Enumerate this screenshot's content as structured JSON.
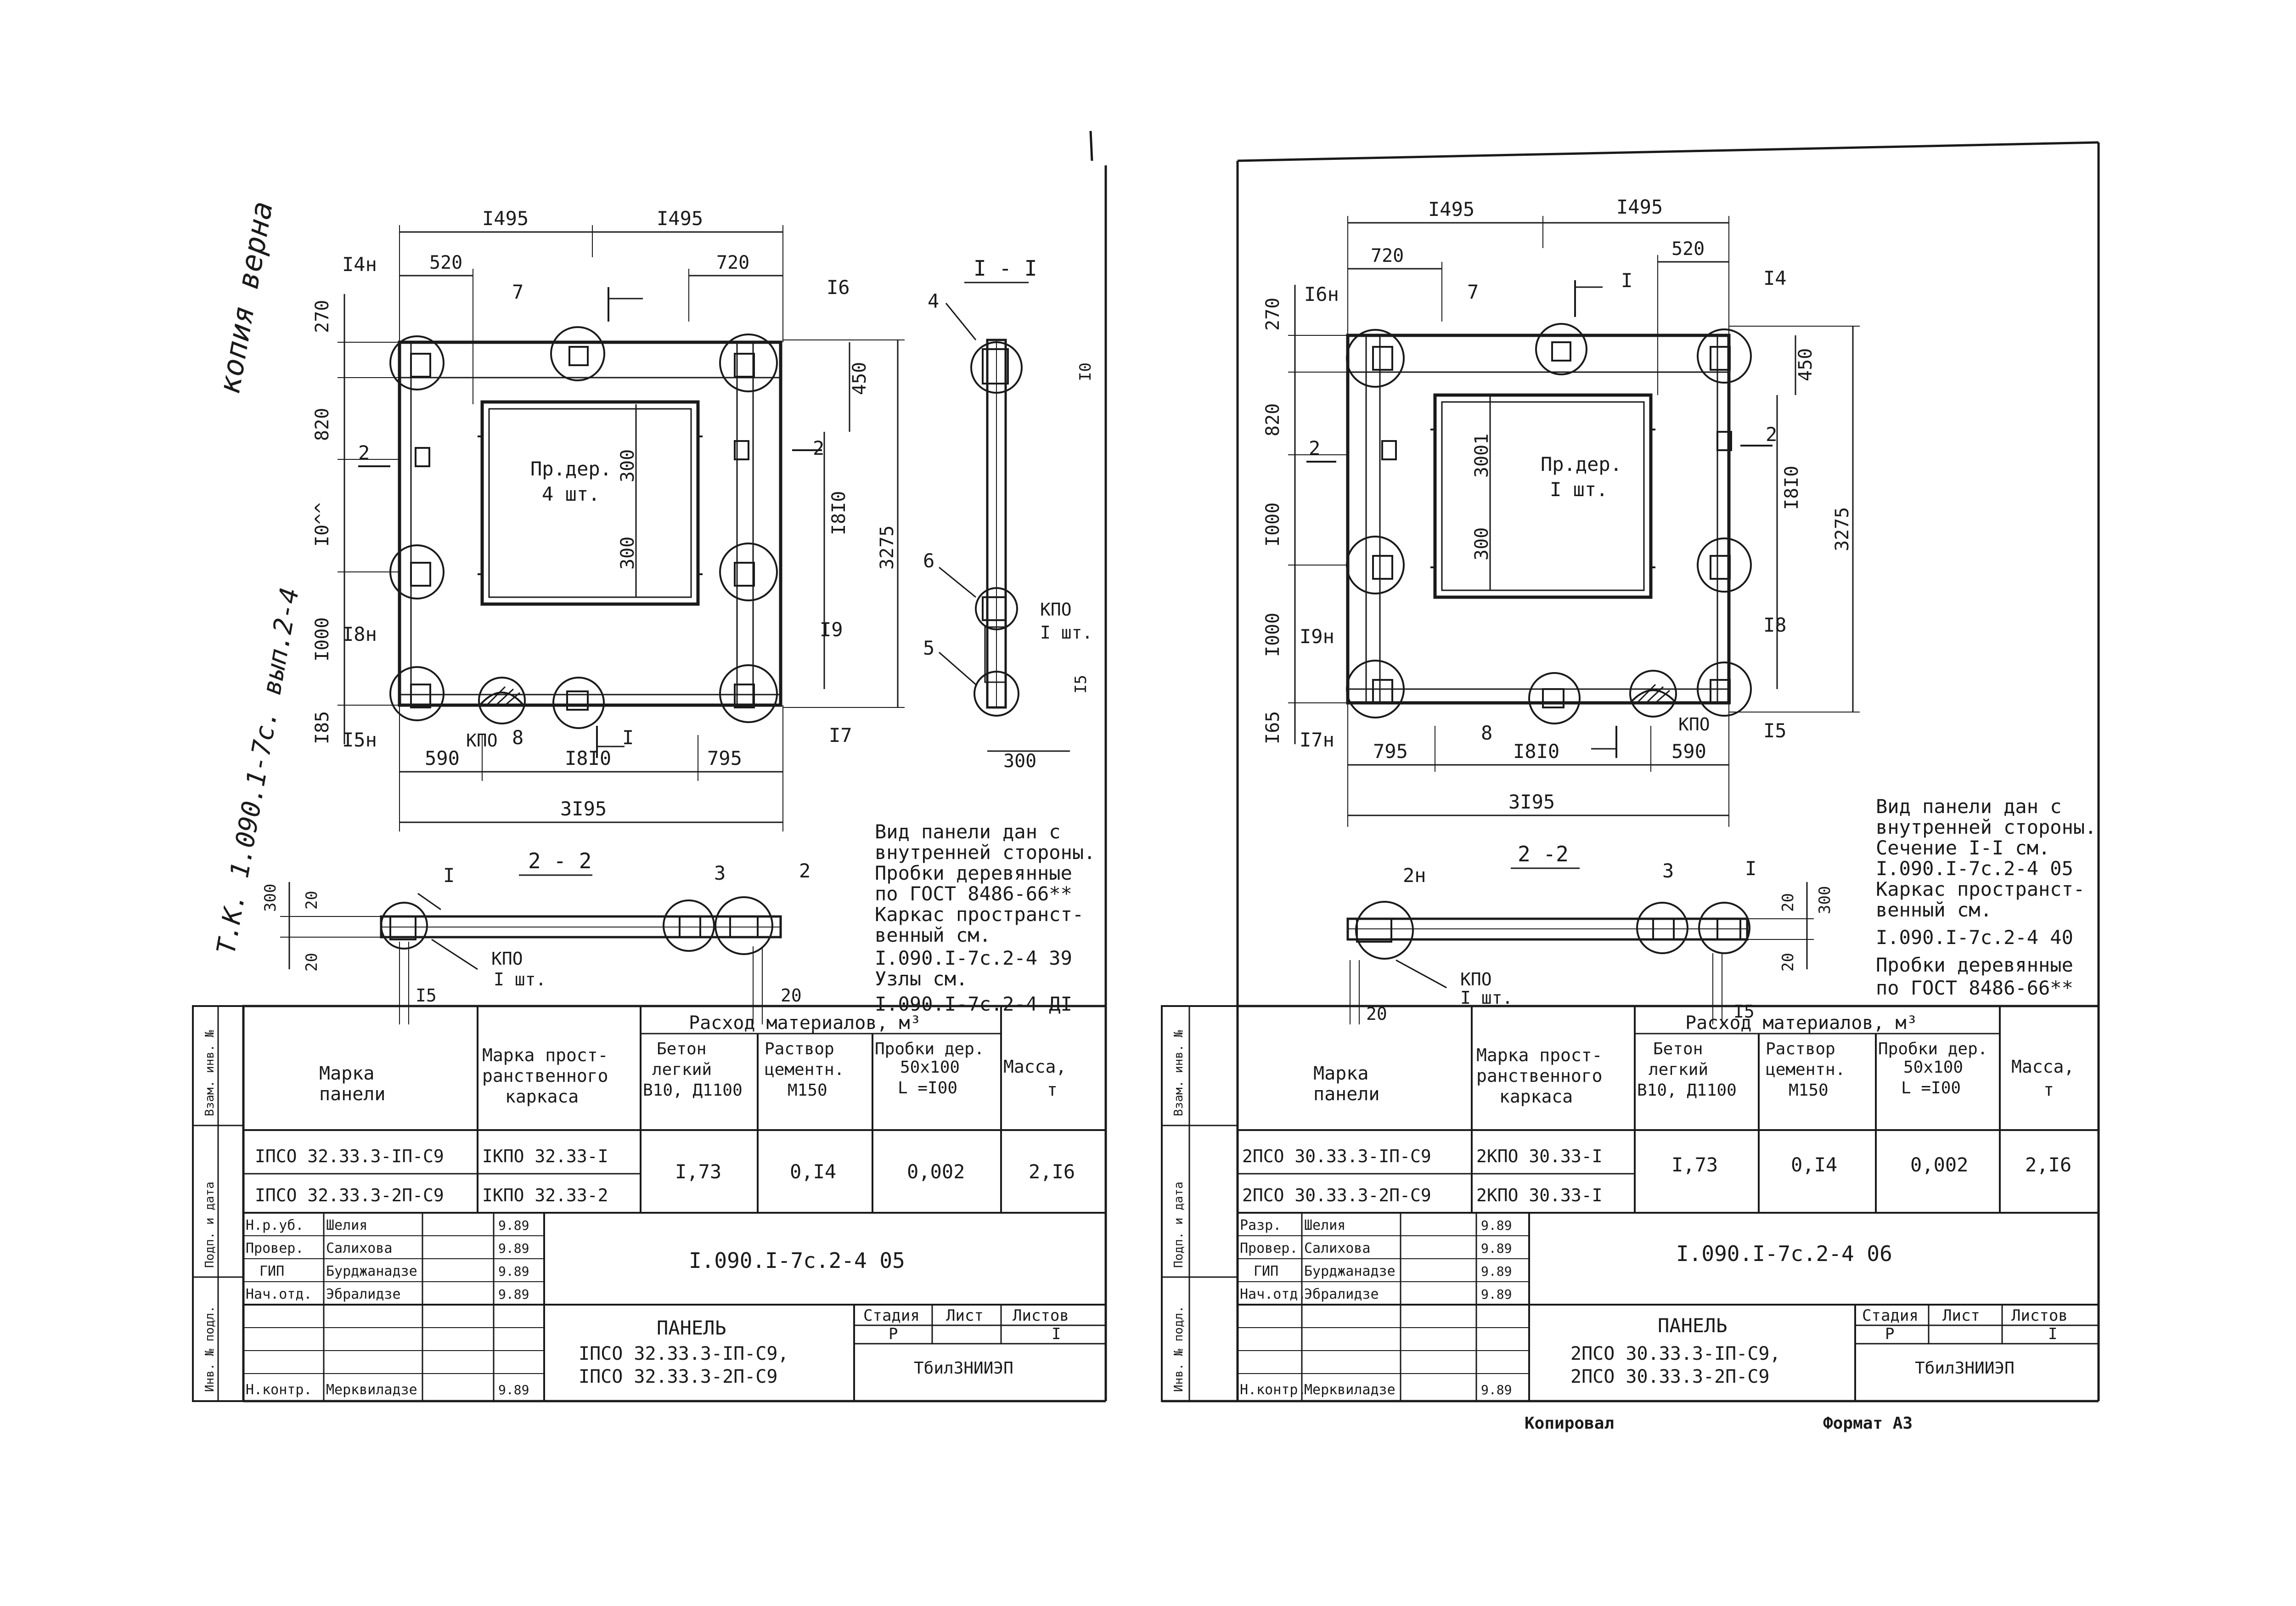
{
  "margin_note_top": "копия верна",
  "margin_note_bottom": "Т.К. 1.090.1-7с. вып.2-4",
  "bottom_notes": {
    "copied": "Копировал",
    "format": "Формат А3"
  },
  "sheets": [
    {
      "dims": {
        "top_a": "I495",
        "top_b": "I495",
        "d520": "520",
        "d720": "720",
        "d270": "270",
        "d450": "450",
        "d820": "820",
        "d1000a": "I0^^",
        "d1000b": "I000",
        "d185": "I85",
        "d300a": "300",
        "d300b": "300",
        "d1810v": "I8I0",
        "d3275": "3275",
        "d590": "590",
        "d1810h": "I8I0",
        "d795": "795",
        "d3195": "3I95",
        "s300": "300",
        "s10": "I0",
        "s15": "I5"
      },
      "labels": {
        "n14": "I4н",
        "n7": "7",
        "n16": "I6",
        "n18": "I8н",
        "n19": "I9",
        "n15": "I5н",
        "n17": "I7",
        "kpo": "КПО",
        "n8": "8",
        "n2a": "2",
        "n2b": "2",
        "secI": "I",
        "window": "Пр.дер.",
        "window_count": "4 шт.",
        "sec_title": "I - I",
        "s4": "4",
        "s6": "6",
        "s5": "5",
        "kpo_note": "КПО",
        "kpo_cnt": "I шт."
      },
      "section22": {
        "title": "2 - 2",
        "c1": "I",
        "c3": "3",
        "c2": "2",
        "d20a": "20",
        "d20b": "20",
        "d300": "300",
        "d15": "I5",
        "d20c": "20",
        "kpo": "КПО",
        "kpo_cnt": "I шт."
      },
      "notes": [
        "Вид панели дан с",
        "внутренней стороны.",
        "Пробки деревянные",
        "по ГОСТ 8486-66**",
        "Каркас пространст-",
        "венный см.",
        "I.090.I-7с.2-4 39",
        "Узлы см.",
        "I.090.I-7с.2-4 ДI"
      ],
      "spec": {
        "h_mark": [
          "Марка",
          "панели"
        ],
        "h_frame": [
          "Марка прост-",
          "ранственного",
          "каркаса"
        ],
        "h_materials": "Расход материалов, м³",
        "h_concrete": [
          "Бетон",
          "легкий",
          "В10, Д1100"
        ],
        "h_mortar": [
          "Раствор",
          "цементн.",
          "М150"
        ],
        "h_plugs": [
          "Пробки дер.",
          "50х100",
          "L =I00"
        ],
        "h_mass": [
          "Масса,",
          "т"
        ],
        "rows": [
          {
            "mark": "IПСО 32.33.3-IП-С9",
            "frame": "IКПО 32.33-I"
          },
          {
            "mark": "IПСО 32.33.3-2П-С9",
            "frame": "IКПО 32.33-2"
          }
        ],
        "concrete": "I,73",
        "mortar": "0,I4",
        "plugs": "0,002",
        "mass": "2,I6"
      },
      "title_block": {
        "signers": [
          {
            "role": "Н.р.уб.",
            "name": "Шелия",
            "date": "9.89"
          },
          {
            "role": "Провер.",
            "name": "Салихова",
            "date": "9.89"
          },
          {
            "role": "ГИП",
            "name": "Бурджанадзе",
            "date": "9.89"
          },
          {
            "role": "Нач.отд.",
            "name": "Эбралидзе",
            "date": "9.89"
          },
          {
            "role": "",
            "name": "",
            "date": ""
          },
          {
            "role": "",
            "name": "",
            "date": ""
          },
          {
            "role": "",
            "name": "",
            "date": ""
          },
          {
            "role": "Н.контр.",
            "name": "Мерквиладзе",
            "date": "9.89"
          }
        ],
        "doc_code": "I.090.I-7с.2-4 05",
        "name_title": "ПАНЕЛЬ",
        "name_line1": "IПСО 32.33.3-IП-С9,",
        "name_line2": "IПСО 32.33.3-2П-С9",
        "stage_h": "Стадия",
        "sheet_h": "Лист",
        "sheets_h": "Листов",
        "stage": "Р",
        "sheet": "",
        "sheets": "I",
        "org": "ТбилЗНИИЭП"
      },
      "side_labels": [
        "Инв. № подл.",
        "Подп. и дата",
        "Взам. инв. №"
      ]
    },
    {
      "dims": {
        "top_a": "I495",
        "top_b": "I495",
        "d720": "720",
        "d520": "520",
        "d270": "270",
        "d820": "820",
        "d1000a": "I000",
        "d1000b": "I000",
        "d185": "I65",
        "d300a": "3001",
        "d300b": "300",
        "d450": "450",
        "d1810v": "I8I0",
        "d3275": "3275",
        "d795": "795",
        "d1810h": "I8I0",
        "d590": "590",
        "d3195": "3I95"
      },
      "labels": {
        "n16": "I6н",
        "n7": "7",
        "secI": "I",
        "n14": "I4",
        "n19": "I9н",
        "n18": "I8",
        "n17": "I7н",
        "n8": "8",
        "kpo": "КПО",
        "n15": "I5",
        "n2a": "2",
        "n2b": "2",
        "window": "Пр.дер.",
        "window_count": "I шт."
      },
      "section22": {
        "title": "2 -2",
        "c2": "2н",
        "c3": "3",
        "c1": "I",
        "d20a": "20",
        "d20b": "20",
        "d300": "300",
        "d20c": "20",
        "d15": "I5",
        "kpo": "КПО",
        "kpo_cnt": "I шт."
      },
      "notes": [
        "Вид панели дан с",
        "внутренней стороны.",
        "Сечение I-I см.",
        "I.090.I-7с.2-4 05",
        "Каркас пространст-",
        "венный см.",
        "I.090.I-7с.2-4 40",
        "Пробки деревянные",
        "по ГОСТ 8486-66**"
      ],
      "spec": {
        "h_mark": [
          "Марка",
          "панели"
        ],
        "h_frame": [
          "Марка прост-",
          "ранственного",
          "каркаса"
        ],
        "h_materials": "Расход материалов, м³",
        "h_concrete": [
          "Бетон",
          "легкий",
          "В10, Д1100"
        ],
        "h_mortar": [
          "Раствор",
          "цементн.",
          "М150"
        ],
        "h_plugs": [
          "Пробки дер.",
          "50х100",
          "L =I00"
        ],
        "h_mass": [
          "Масса,",
          "т"
        ],
        "rows": [
          {
            "mark": "2ПСО 30.33.3-IП-С9",
            "frame": "2КПО 30.33-I"
          },
          {
            "mark": "2ПСО 30.33.3-2П-С9",
            "frame": "2КПО 30.33-I"
          }
        ],
        "concrete": "I,73",
        "mortar": "0,I4",
        "plugs": "0,002",
        "mass": "2,I6"
      },
      "title_block": {
        "signers": [
          {
            "role": "Разр.",
            "name": "Шелия",
            "date": "9.89"
          },
          {
            "role": "Провер.",
            "name": "Салихова",
            "date": "9.89"
          },
          {
            "role": "ГИП",
            "name": "Бурджанадзе",
            "date": "9.89"
          },
          {
            "role": "Нач.отд.",
            "name": "Эбралидзе",
            "date": "9.89"
          },
          {
            "role": "",
            "name": "",
            "date": ""
          },
          {
            "role": "",
            "name": "",
            "date": ""
          },
          {
            "role": "",
            "name": "",
            "date": ""
          },
          {
            "role": "Н.контр.",
            "name": "Мерквиладзе",
            "date": "9.89"
          }
        ],
        "doc_code": "I.090.I-7с.2-4 06",
        "name_title": "ПАНЕЛЬ",
        "name_line1": "2ПСО 30.33.3-IП-С9,",
        "name_line2": "2ПСО 30.33.3-2П-С9",
        "stage_h": "Стадия",
        "sheet_h": "Лист",
        "sheets_h": "Листов",
        "stage": "Р",
        "sheet": "",
        "sheets": "I",
        "org": "ТбилЗНИИЭП"
      },
      "side_labels": [
        "Инв. № подл.",
        "Подп. и дата",
        "Взам. инв. №"
      ]
    }
  ]
}
